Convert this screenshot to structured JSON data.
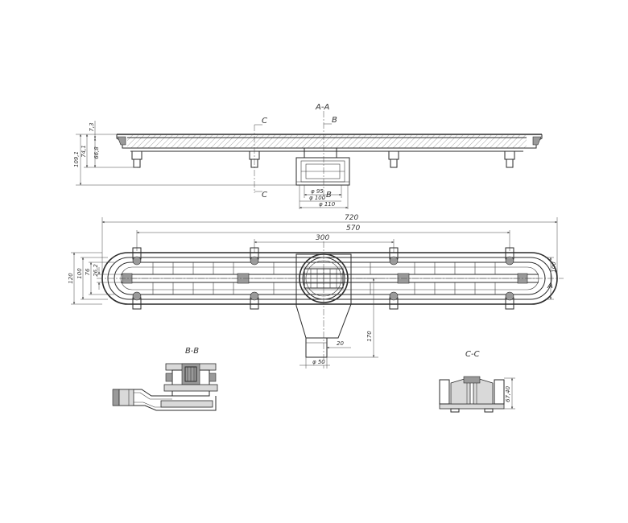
{
  "sections": {
    "aa": "A-A",
    "bb": "B-B",
    "cc": "C-C",
    "c_top": "C",
    "c_bottom": "C",
    "b_top": "B",
    "b_bottom": "B",
    "a_side": "A"
  },
  "dimensions": {
    "h_109_1": "109,1",
    "h_74_1": "74,1",
    "h_7_3": "7,3",
    "h_66_8": "66,8",
    "d_95": "φ 95",
    "d_100": "φ 100",
    "d_110": "φ 110",
    "w_720": "720",
    "w_570": "570",
    "w_300": "300",
    "h_120": "120",
    "h_100": "100",
    "h_76": "76",
    "h_26_2": "26,2",
    "h_100_right": "100",
    "w_20": "20",
    "h_170": "170",
    "d_50": "φ 50",
    "h_67_40": "67,40"
  }
}
